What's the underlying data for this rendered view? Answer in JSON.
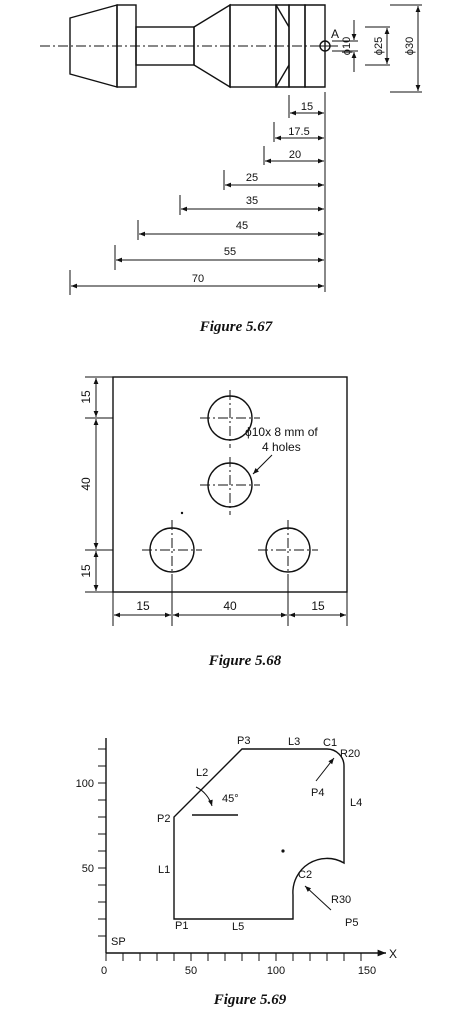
{
  "fig67": {
    "caption": "Figure 5.67",
    "point_label": "A",
    "diameters": [
      "ϕ10",
      "ϕ25",
      "ϕ30"
    ],
    "lengths": [
      "15",
      "17.5",
      "20",
      "25",
      "35",
      "45",
      "55",
      "70"
    ]
  },
  "fig68": {
    "caption": "Figure 5.68",
    "vertical_dims": [
      "15",
      "40",
      "15"
    ],
    "horizontal_dims": [
      "15",
      "40",
      "15"
    ],
    "hole_note_line1": "ϕ10x 8 mm of",
    "hole_note_line2": "4 holes"
  },
  "fig69": {
    "caption": "Figure 5.69",
    "y_ticks": [
      "100",
      "50"
    ],
    "x_ticks": [
      "0",
      "50",
      "100",
      "150"
    ],
    "x_axis_label": "X",
    "origin_label": "SP",
    "points": [
      "P1",
      "P2",
      "P3",
      "P4",
      "P5",
      "C1",
      "C2"
    ],
    "lines": [
      "L1",
      "L2",
      "L3",
      "L4",
      "L5"
    ],
    "angle": "45°",
    "radii": [
      "R20",
      "R30"
    ]
  }
}
